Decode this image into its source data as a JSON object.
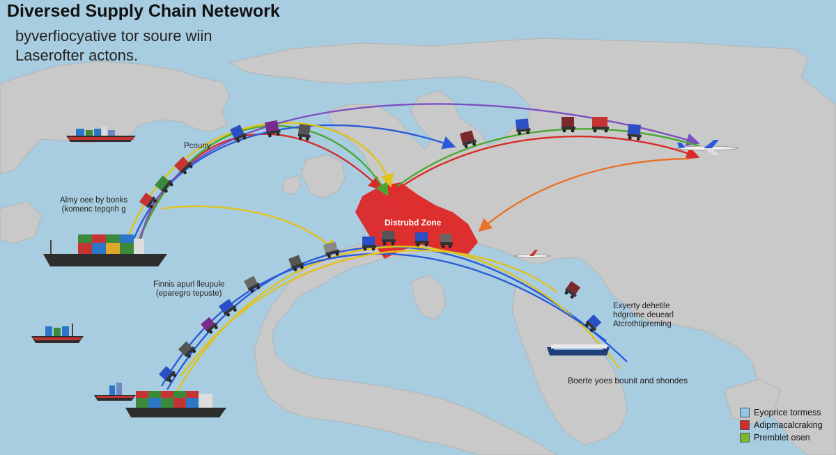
{
  "title": "Diversed Supply Chain Netework",
  "subtitle": [
    "byverfiocyative tor soure wiin",
    "Laserofter actons."
  ],
  "labels": {
    "pcouny": "Pcouny",
    "almy_1": "Almy oee by bonks",
    "almy_2": "(komenc tepqnh g",
    "finnis_1": "Finnis apurl lleupule",
    "finnis_2": "(eparegro tepuste)",
    "disrupted_zone": "Distrubd Zone",
    "eyerty_1": "Exyerty dehetile",
    "eyerty_2": "hdgrome deuearl",
    "eyerty_3": "Atcrothtipreming",
    "boerte": "Boerte yoes bounit and shondes"
  },
  "legend": [
    {
      "label": "Eyoprice tormess",
      "color": "#8fc6ea"
    },
    {
      "label": "Adipmacalcraking",
      "color": "#d52b2b"
    },
    {
      "label": "Premblet osen",
      "color": "#7ab82e"
    }
  ],
  "colors": {
    "sea": "#a9cde0",
    "land": "#c9c9c9",
    "disrupted": "#e02222",
    "route_blue": "#2a5bd7",
    "route_yellow": "#e0c21a",
    "route_green": "#4aa832",
    "route_red": "#d92a2a",
    "route_orange": "#e8732a",
    "route_purple": "#7a4fc1"
  },
  "icons": [
    "cargo-ship-icon",
    "container-truck-icon",
    "airplane-icon"
  ]
}
